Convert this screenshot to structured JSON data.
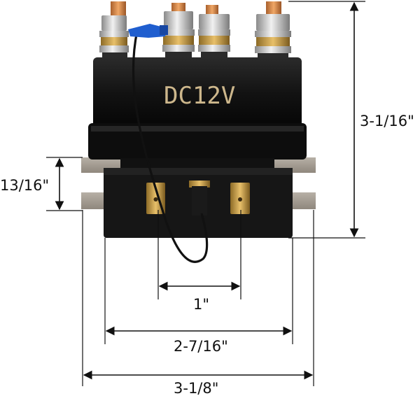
{
  "product": {
    "voltage_label": "DC12V"
  },
  "dimensions": {
    "height_total": "3-1/16\"",
    "mount_height": "13/16\"",
    "tab_spacing": "1\"",
    "body_width": "2-7/16\"",
    "total_width": "3-1/8\""
  },
  "colors": {
    "body": "#141414",
    "tab": "#c89a3c",
    "stud_copper": "#d98c4a",
    "nut_silver": "#c7c7c7",
    "wire_cap": "#1f5ecf",
    "dimension_line": "#111111"
  }
}
